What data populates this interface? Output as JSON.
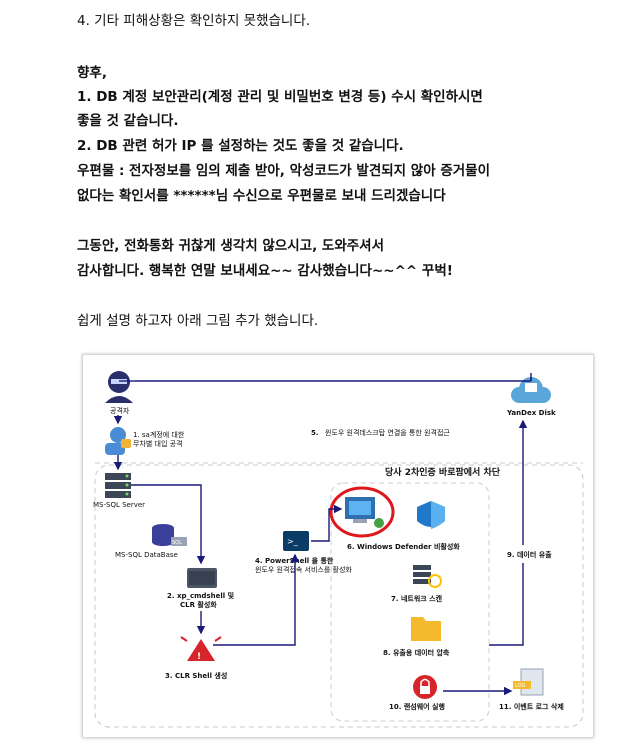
{
  "text": {
    "line1": "4. 기타 피해상황은 확인하지 못했습니다.",
    "line2": "향후,",
    "line3": "1. DB 계정 보안관리(계정 관리 및 비밀번호 변경 등) 수시 확인하시면",
    "line4": "좋을 것 같습니다.",
    "line5": "2. DB 관련 허가 IP 를 설정하는 것도 좋을 것 같습니다.",
    "line6": "우편물 : 전자정보를 임의 제출 받아, 악성코드가 발견되지 않아 증거물이",
    "line7": "없다는 확인서를 ******님 수신으로 우편물로 보내 드리겠습니다",
    "line8": "그동안, 전화통화 귀찮게 생각치 않으시고, 도와주셔서",
    "line9": "감사합니다.   행복한 연말 보내세요~~  감사했습니다~~^^  꾸벅!",
    "line10": "쉽게 설명 하고자 아래 그림 추가 했습니다."
  },
  "diagram": {
    "attacker": "공격자",
    "step1": "1. sa계정에 대한",
    "step1b": "무차별 대입 공격",
    "ms_sql_server": "MS-SQL Server",
    "ms_sql_db": "MS-SQL DataBase",
    "sql_badge": "SQL",
    "step2": "2. xp_cmdshell 및",
    "step2b": "CLR 활성화",
    "step3": "3. CLR Shell 생성",
    "step4": "4. PowerShell 을 통한",
    "step4b": "윈도우 원격접속 서비스를 활성화",
    "step5_num": "5.",
    "step5": "윈도우 원격데스크탑 연결을 통한 원격접근",
    "block_title": "당사 2차인증 바로팜에서 차단",
    "step6": "6. Windows Defender 비활성화",
    "step7": "7. 네트워크 스캔",
    "step8": "8. 유출용 데이터 압축",
    "step9": "9. 데이터 유출",
    "step10": "10. 랜섬웨어 실행",
    "step11": "11. 이벤트 로그 삭제",
    "yandex": "YanDex Disk",
    "log_badge": "LOG",
    "colors": {
      "arrow": "#1a1a7a",
      "highlight": "#e0161b",
      "server": "#3b4656",
      "red": "#d7262b",
      "cloud": "#5aa6d8"
    }
  }
}
